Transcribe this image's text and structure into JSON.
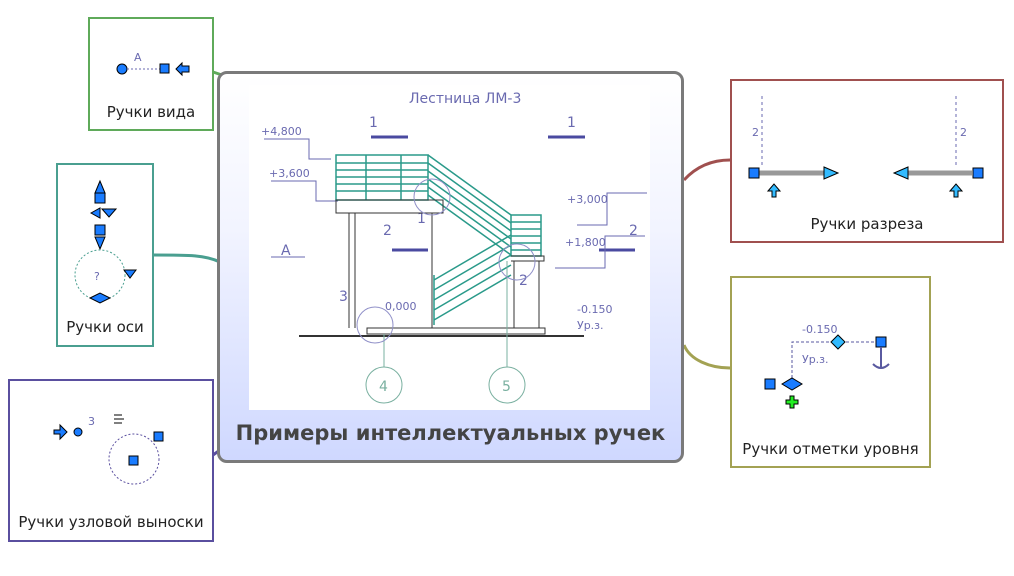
{
  "center": {
    "title": "Примеры интеллектуальных ручек",
    "drawing": {
      "title": "Лестница ЛМ-3",
      "levels": [
        "+4,800",
        "+3,600",
        "+3,000",
        "+1,800",
        "0,000",
        "-0.150"
      ],
      "ground_label": "Ур.з.",
      "section_marks": [
        "1",
        "1",
        "2",
        "2"
      ],
      "view_mark": "А",
      "callouts": [
        "1",
        "2",
        "3"
      ],
      "axes": [
        "4",
        "5"
      ]
    }
  },
  "nodes": {
    "view": {
      "label": "Ручки вида",
      "glyph": "А"
    },
    "axis": {
      "label": "Ручки оси",
      "glyph": "?"
    },
    "callout": {
      "label": "Ручки узловой выноски",
      "glyph": "3"
    },
    "section": {
      "label": "Ручки разреза",
      "marks": [
        "2",
        "2"
      ]
    },
    "level": {
      "label": "Ручки отметки уровня",
      "value": "-0.150",
      "ground": "Ур.з."
    }
  },
  "colors": {
    "view": "#5faa5a",
    "axis": "#4a9f90",
    "callout": "#5a4f9f",
    "section": "#a0504f",
    "level": "#a3a253",
    "handle": "#1a7cff",
    "handle_light": "#33bbff"
  }
}
